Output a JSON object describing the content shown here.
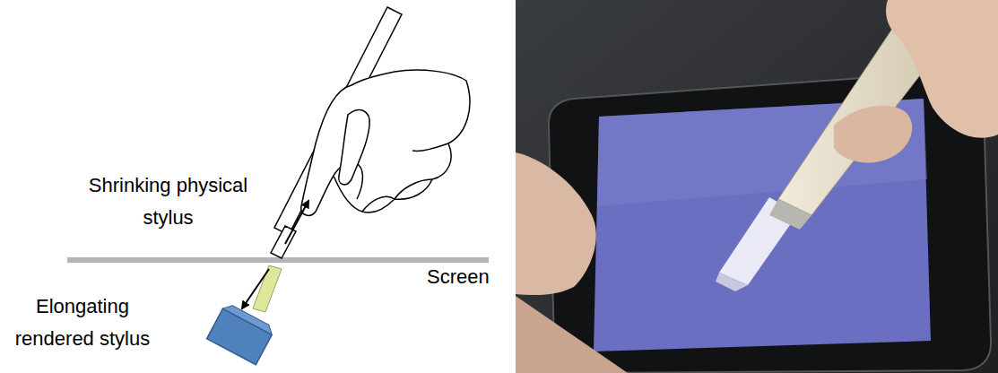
{
  "diagram": {
    "labels": [
      "Shrinking physical stylus",
      "Screen",
      "Elongating rendered stylus"
    ]
  }
}
